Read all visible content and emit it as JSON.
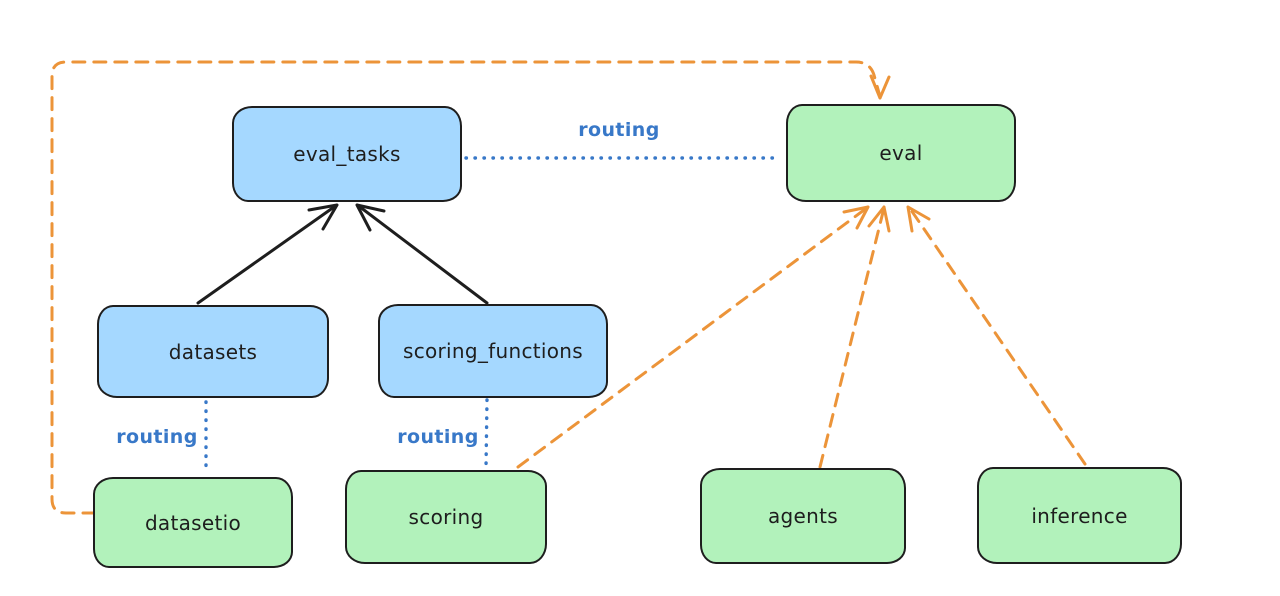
{
  "diagram": {
    "background": "#ffffff",
    "colors": {
      "background": "#ffffff",
      "node_border": "#1e1e1e",
      "api_fill": "#a5d8ff",
      "provider_fill": "#b2f2bb",
      "routing_line": "#3878c8",
      "dependency_line": "#ec9439",
      "inheritance_line": "#1e1e1e",
      "label_text": "#1e1e1e"
    },
    "nodes": [
      {
        "id": "eval_tasks",
        "label": "eval_tasks",
        "fill": "blue"
      },
      {
        "id": "eval",
        "label": "eval",
        "fill": "green"
      },
      {
        "id": "datasets",
        "label": "datasets",
        "fill": "blue"
      },
      {
        "id": "scoring_functions",
        "label": "scoring_functions",
        "fill": "blue"
      },
      {
        "id": "datasetio",
        "label": "datasetio",
        "fill": "green"
      },
      {
        "id": "scoring",
        "label": "scoring",
        "fill": "green"
      },
      {
        "id": "agents",
        "label": "agents",
        "fill": "green"
      },
      {
        "id": "inference",
        "label": "inference",
        "fill": "green"
      }
    ],
    "edges": [
      {
        "from": "datasets",
        "to": "eval_tasks",
        "style": "solid-arrow",
        "color": "black"
      },
      {
        "from": "scoring_functions",
        "to": "eval_tasks",
        "style": "solid-arrow",
        "color": "black"
      },
      {
        "from": "eval_tasks",
        "to": "eval",
        "style": "dotted",
        "color": "blue",
        "label": "routing"
      },
      {
        "from": "datasets",
        "to": "datasetio",
        "style": "dotted",
        "color": "blue",
        "label": "routing"
      },
      {
        "from": "scoring_functions",
        "to": "scoring",
        "style": "dotted",
        "color": "blue",
        "label": "routing"
      },
      {
        "from": "datasetio",
        "to": "eval",
        "style": "dashed-arrow",
        "color": "orange"
      },
      {
        "from": "scoring",
        "to": "eval",
        "style": "dashed-arrow",
        "color": "orange"
      },
      {
        "from": "agents",
        "to": "eval",
        "style": "dashed-arrow",
        "color": "orange"
      },
      {
        "from": "inference",
        "to": "eval",
        "style": "dashed-arrow",
        "color": "orange"
      }
    ]
  }
}
